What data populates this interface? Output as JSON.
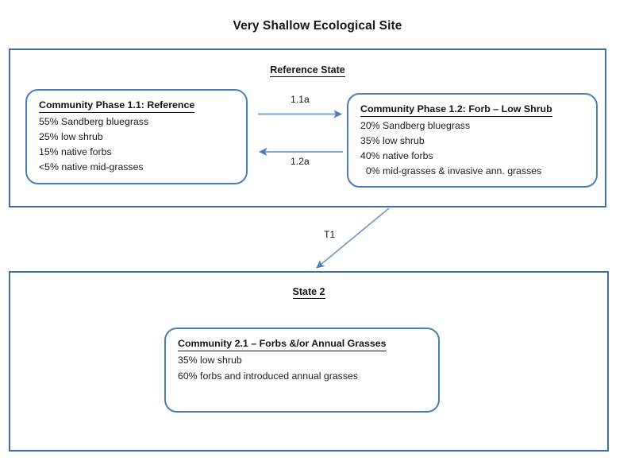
{
  "title": "Very Shallow Ecological Site",
  "colors": {
    "box_border": "#3e6fa5",
    "phase_border": "#4a7eb5",
    "arrow": "#4a7ebb",
    "text": "#161616",
    "background": "#ffffff"
  },
  "states": [
    {
      "id": "reference",
      "heading": "Reference State",
      "phases": [
        {
          "id": "1.1",
          "title": "Community Phase 1.1: Reference",
          "lines": [
            "55% Sandberg bluegrass",
            "25% low shrub",
            "15% native forbs",
            "<5% native mid-grasses"
          ]
        },
        {
          "id": "1.2",
          "title": "Community Phase 1.2: Forb – Low Shrub",
          "lines": [
            "20% Sandberg bluegrass",
            "35% low shrub",
            "40% native forbs",
            "  0% mid-grasses & invasive ann. grasses"
          ]
        }
      ]
    },
    {
      "id": "state2",
      "heading": "State 2",
      "phases": [
        {
          "id": "2.1",
          "title": "Community 2.1 – Forbs &/or Annual Grasses",
          "lines": [
            "35% low shrub",
            "60% forbs and introduced annual grasses"
          ]
        }
      ]
    }
  ],
  "transitions": [
    {
      "id": "1.1a",
      "label": "1.1a",
      "direction": "right",
      "from": "1.1",
      "to": "1.2"
    },
    {
      "id": "1.2a",
      "label": "1.2a",
      "direction": "left",
      "from": "1.2",
      "to": "1.1"
    },
    {
      "id": "T1",
      "label": "T1",
      "direction": "down-left",
      "from": "reference",
      "to": "state2"
    }
  ]
}
